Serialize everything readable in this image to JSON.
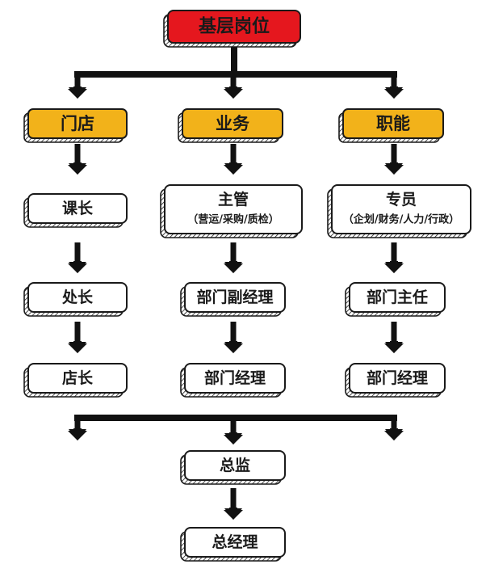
{
  "colors": {
    "top_fill": "#e5171e",
    "category_fill": "#f2b21a",
    "role_fill": "#ffffff",
    "stroke": "#1a1a1a",
    "arrow": "#111111"
  },
  "top": {
    "label": "基层岗位"
  },
  "columns": [
    {
      "category": "门店",
      "roles": [
        {
          "label": "课长"
        },
        {
          "label": "处长"
        },
        {
          "label": "店长"
        }
      ]
    },
    {
      "category": "业务",
      "roles": [
        {
          "label": "主管",
          "sub": "（营运/采购/质检）"
        },
        {
          "label": "部门副经理"
        },
        {
          "label": "部门经理"
        }
      ]
    },
    {
      "category": "职能",
      "roles": [
        {
          "label": "专员",
          "sub": "（企划/财务/人力/行政）"
        },
        {
          "label": "部门主任"
        },
        {
          "label": "部门经理"
        }
      ]
    }
  ],
  "bottom": [
    {
      "label": "总监"
    },
    {
      "label": "总经理"
    }
  ]
}
